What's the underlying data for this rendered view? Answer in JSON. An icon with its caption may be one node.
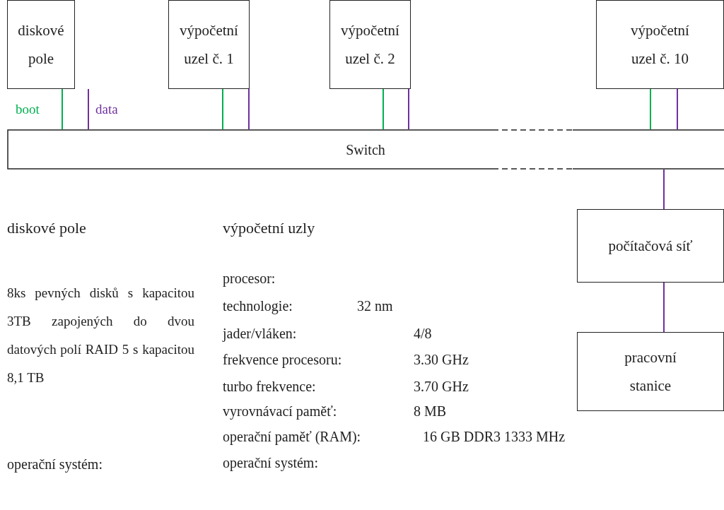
{
  "diagram": {
    "nodes": [
      {
        "text": [
          "diskové pole"
        ]
      },
      {
        "text": [
          "výpočetní uzel č. 1"
        ]
      },
      {
        "text": [
          "výpočetní uzel č. 2"
        ]
      },
      {
        "text": [
          "výpočetní uzel č. 10"
        ]
      },
      {
        "text": [
          "Switch"
        ]
      },
      {
        "text": [
          "počítačová síť"
        ]
      },
      {
        "text": [
          "pracovní stanice"
        ]
      }
    ],
    "edges": [
      {
        "from": 0,
        "to": 4,
        "arrow": "none",
        "label": "boot",
        "color": "#00b050"
      },
      {
        "from": 0,
        "to": 4,
        "arrow": "none",
        "label": "data",
        "color": "#7030a0"
      },
      {
        "from": 1,
        "to": 4,
        "arrow": "none",
        "color": "#00b050"
      },
      {
        "from": 1,
        "to": 4,
        "arrow": "none",
        "color": "#7030a0"
      },
      {
        "from": 2,
        "to": 4,
        "arrow": "none",
        "color": "#00b050"
      },
      {
        "from": 2,
        "to": 4,
        "arrow": "none",
        "color": "#7030a0"
      },
      {
        "from": 3,
        "to": 4,
        "arrow": "none",
        "color": "#00b050"
      },
      {
        "from": 3,
        "to": 4,
        "arrow": "none",
        "color": "#7030a0"
      },
      {
        "from": 4,
        "to": 5,
        "arrow": "none",
        "color": "#7030a0"
      },
      {
        "from": 5,
        "to": 6,
        "arrow": "none",
        "color": "#7030a0"
      }
    ],
    "labels": [
      "diskové pole",
      "8ks pevných disků s kapacitou 3TB zapojených do dvou datových polí RAID 5 s kapacitou 8,1 TB",
      "operační systém:",
      "výpočetní uzly",
      "procesor:",
      "technologie:",
      "32 nm",
      "jader/vláken:",
      "4/8",
      "frekvence procesoru:",
      "3.30 GHz",
      "turbo frekvence:",
      "3.70 GHz",
      "vyrovnávací paměť:",
      "8 MB",
      "operační paměť (RAM):",
      "16 GB DDR3 1333 MHz",
      "operační systém:"
    ]
  }
}
